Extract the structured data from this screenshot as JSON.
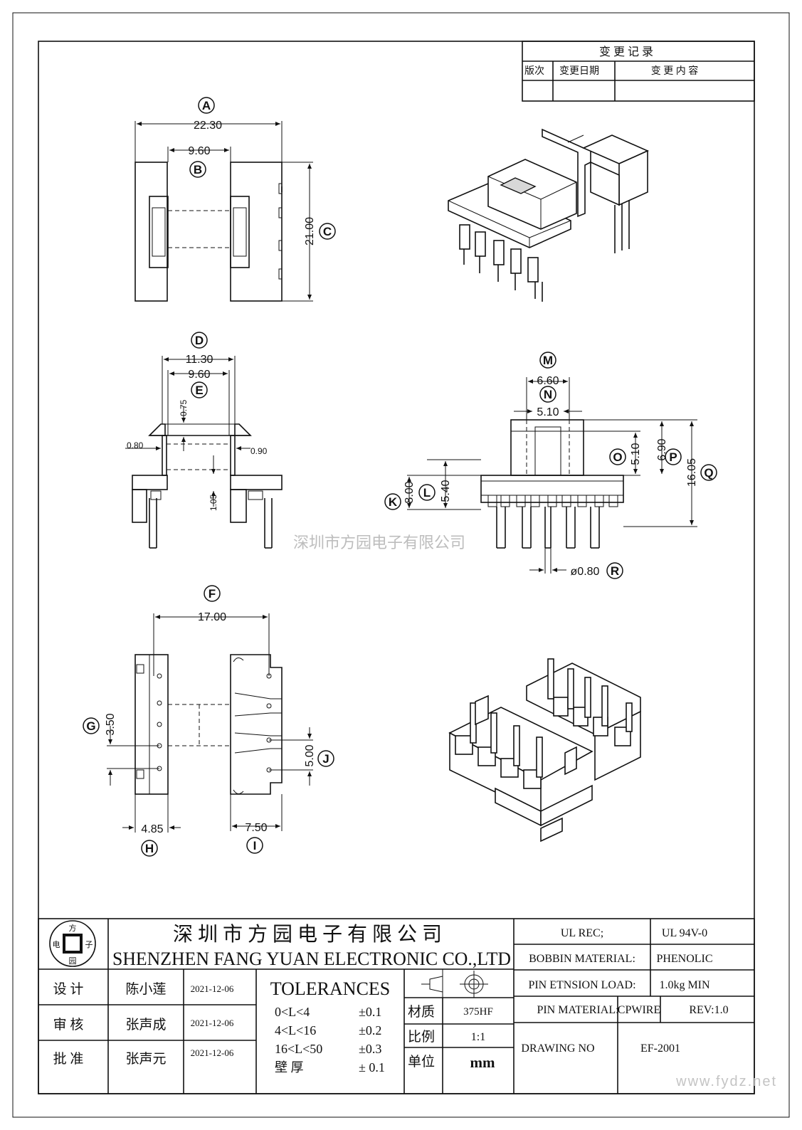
{
  "change_record": {
    "title": "变 更 记 录",
    "col_version": "版次",
    "col_date": "变更日期",
    "col_content": "变 更 内 容"
  },
  "dimensions": {
    "A": {
      "label": "A",
      "value": "22.30"
    },
    "B": {
      "label": "B",
      "value": "9.60"
    },
    "C": {
      "label": "C",
      "value": "21.00"
    },
    "D": {
      "label": "D",
      "value": "11.30"
    },
    "E": {
      "label": "E",
      "value": "9.60"
    },
    "F": {
      "label": "F",
      "value": "17.00"
    },
    "G": {
      "label": "G",
      "value": "3.50"
    },
    "H": {
      "label": "H",
      "value": "4.85"
    },
    "I": {
      "label": "I",
      "value": "7.50"
    },
    "J": {
      "label": "J",
      "value": "5.00"
    },
    "K": {
      "label": "K",
      "value": "8.00"
    },
    "L": {
      "label": "L",
      "value": "5.40"
    },
    "M": {
      "label": "M",
      "value": "6.60"
    },
    "N": {
      "label": "N",
      "value": "5.10"
    },
    "O": {
      "label": "O",
      "value": "5.10"
    },
    "P": {
      "label": "P",
      "value": "6.90"
    },
    "Q": {
      "label": "Q",
      "value": "16.05"
    },
    "R": {
      "label": "R",
      "value": "ø0.80"
    }
  },
  "minor_dims": {
    "d075": "0.75",
    "d080": "0.80",
    "d090": "0.90",
    "d105": "1.05"
  },
  "watermark": "深圳市方园电子有限公司",
  "footer_url": "www.fydz.net",
  "title_block": {
    "logo_chars": [
      "方",
      "电",
      "子",
      "园"
    ],
    "company_cn": "深 圳 市 方 园 电 子 有 限 公 司",
    "company_en": "SHENZHEN FANG YUAN ELECTRONIC CO.,LTD",
    "design_label": "设  计",
    "design_name": "陈小莲",
    "design_date": "2021-12-06",
    "check_label": "审  核",
    "check_name": "张声成",
    "check_date": "2021-12-06",
    "approve_label": "批  准",
    "approve_name": "张声元",
    "approve_date": "2021-12-06",
    "tolerances_title": "TOLERANCES",
    "tolerances": [
      {
        "range": "0<L<4",
        "value": "±0.1"
      },
      {
        "range": "4<L<16",
        "value": "±0.2"
      },
      {
        "range": "16<L<50",
        "value": "±0.3"
      },
      {
        "range": "壁  厚",
        "value": "±  0.1"
      }
    ],
    "material_label": "材质",
    "material_value": "375HF",
    "scale_label": "比例",
    "scale_value": "1:1",
    "unit_label": "单位",
    "unit_value": "mm",
    "ul_rec_label": "UL REC;",
    "ul_rec_value": "UL  94V-0",
    "bobbin_label": "BOBBIN MATERIAL:",
    "bobbin_value": "PHENOLIC",
    "pin_load_label": "PIN ETNSION LOAD:",
    "pin_load_value": "1.0kg MIN",
    "pin_material_label": "PIN MATERIAL:",
    "pin_material_value": "CPWIRE",
    "rev": "REV:1.0",
    "drawing_no_label": "DRAWING NO",
    "drawing_no_value": "EF-2001"
  }
}
